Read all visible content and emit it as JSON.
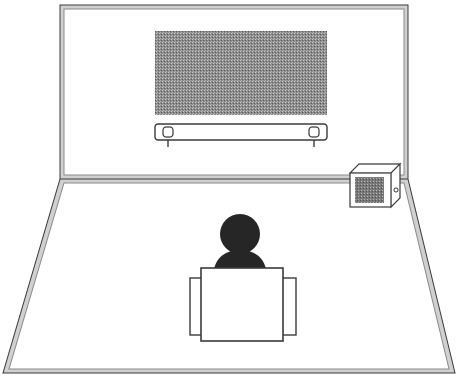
{
  "scene": {
    "style": "grayscale line illustration",
    "objects": [
      "back-wall",
      "floor",
      "tv-screen",
      "soundbar",
      "subwoofer",
      "listener",
      "armchair"
    ]
  },
  "colors": {
    "line": "#3a3a3a",
    "hatch": "#c4c4c4",
    "screen": "#8c8c8c",
    "head": "#262626",
    "white": "#ffffff"
  }
}
